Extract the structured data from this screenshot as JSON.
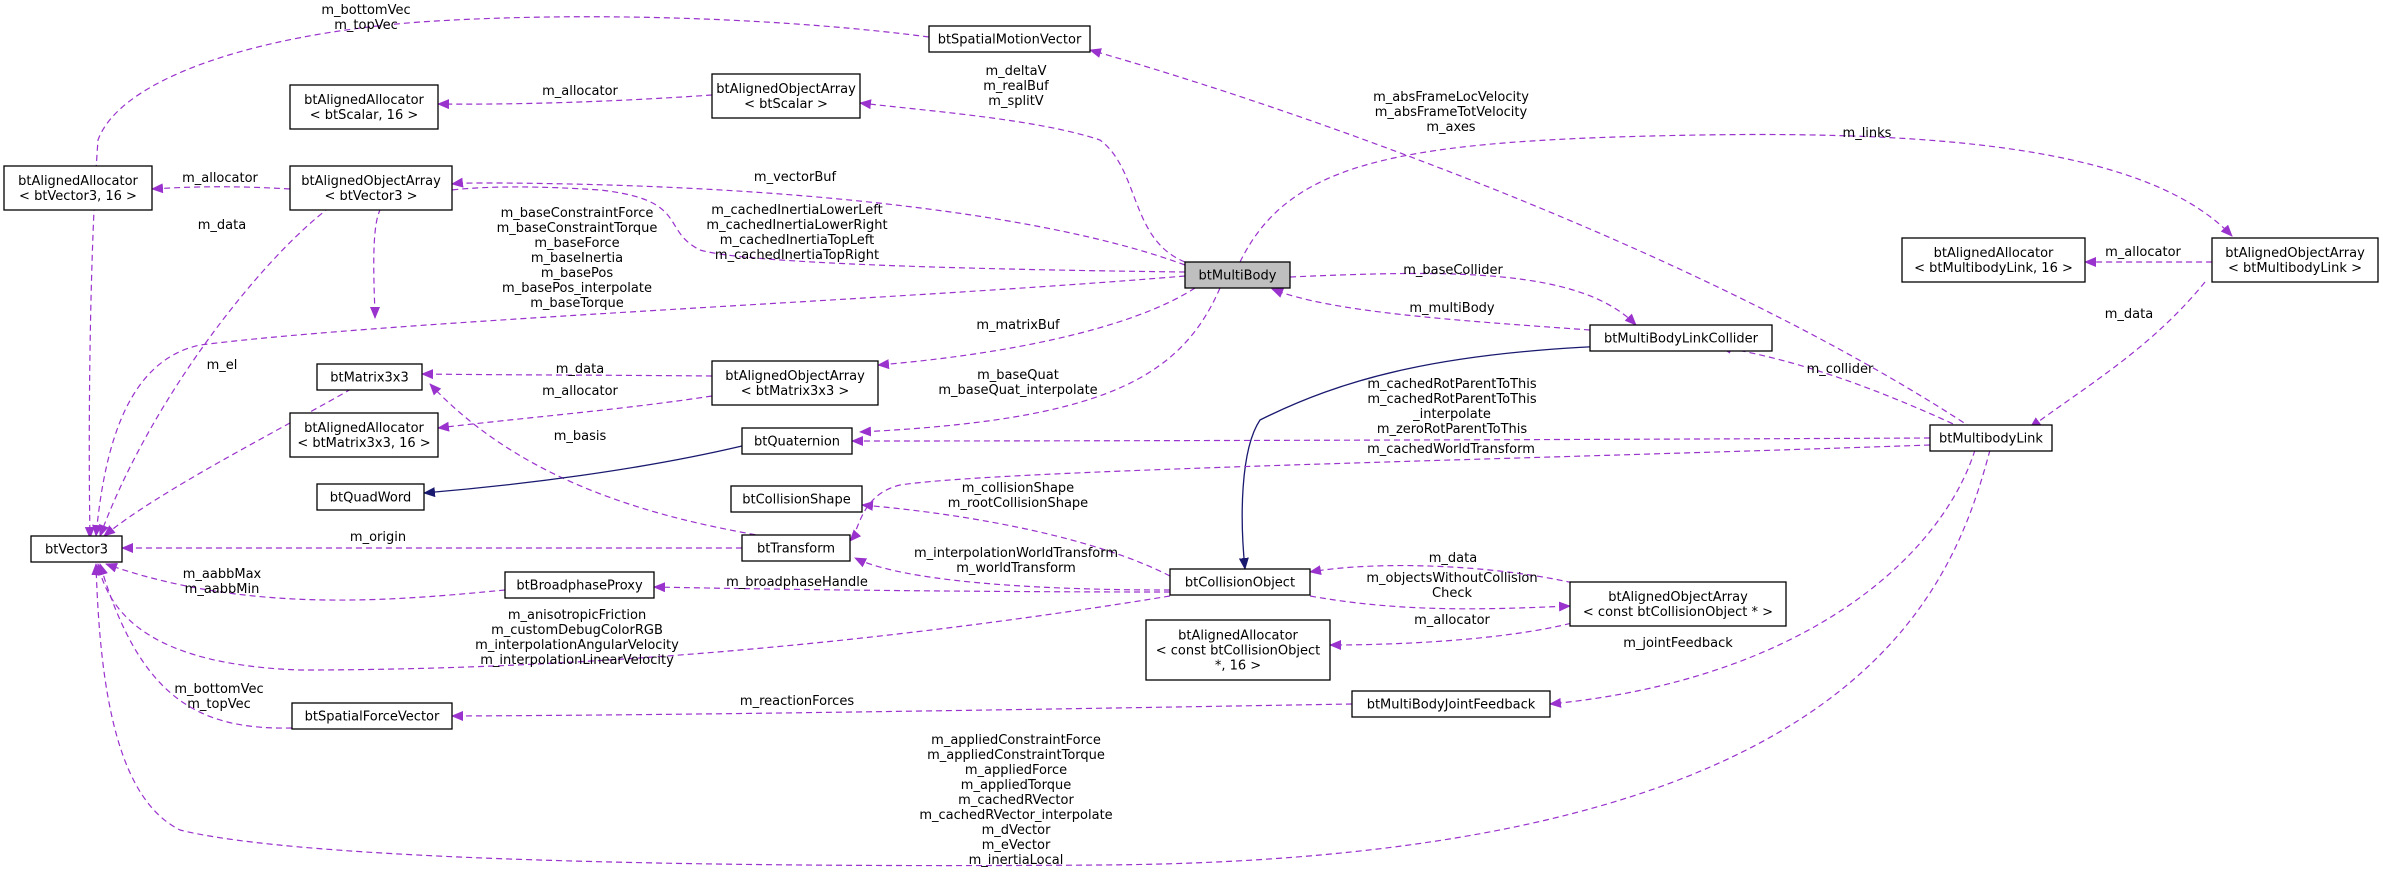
{
  "nodes": {
    "btMultiBody": [
      "btMultiBody"
    ],
    "btSpatialMotionVector": [
      "btSpatialMotionVector"
    ],
    "btAlignedObjectArray_btScalar": [
      "btAlignedObjectArray",
      "< btScalar >"
    ],
    "btAlignedAllocator_btScalar16": [
      "btAlignedAllocator",
      "< btScalar, 16 >"
    ],
    "btAlignedAllocator_btVector3_16": [
      "btAlignedAllocator",
      "< btVector3, 16 >"
    ],
    "btAlignedObjectArray_btVector3": [
      "btAlignedObjectArray",
      "< btVector3 >"
    ],
    "btMatrix3x3": [
      "btMatrix3x3"
    ],
    "btAlignedAllocator_btMatrix3x3_16": [
      "btAlignedAllocator",
      "< btMatrix3x3, 16 >"
    ],
    "btAlignedObjectArray_btMatrix3x3": [
      "btAlignedObjectArray",
      "< btMatrix3x3 >"
    ],
    "btQuaternion": [
      "btQuaternion"
    ],
    "btQuadWord": [
      "btQuadWord"
    ],
    "btCollisionShape": [
      "btCollisionShape"
    ],
    "btTransform": [
      "btTransform"
    ],
    "btVector3": [
      "btVector3"
    ],
    "btBroadphaseProxy": [
      "btBroadphaseProxy"
    ],
    "btSpatialForceVector": [
      "btSpatialForceVector"
    ],
    "btCollisionObject": [
      "btCollisionObject"
    ],
    "btAlignedAllocator_btCollisionObject": [
      "btAlignedAllocator",
      "< const btCollisionObject",
      "*, 16 >"
    ],
    "btAlignedObjectArray_btCollisionObject": [
      "btAlignedObjectArray",
      "< const btCollisionObject * >"
    ],
    "btMultiBodyJointFeedback": [
      "btMultiBodyJointFeedback"
    ],
    "btMultiBodyLinkCollider": [
      "btMultiBodyLinkCollider"
    ],
    "btMultibodyLink": [
      "btMultibodyLink"
    ],
    "btAlignedAllocator_btMultibodyLink_16": [
      "btAlignedAllocator",
      "< btMultibodyLink, 16 >"
    ],
    "btAlignedObjectArray_btMultibodyLink": [
      "btAlignedObjectArray",
      "< btMultibodyLink >"
    ]
  },
  "edges": {
    "spatialmotion_vector3": [
      "m_bottomVec",
      "m_topVec"
    ],
    "alignedarray_scalar_allocator": [
      "m_allocator"
    ],
    "multibody_scalararray": [
      "m_deltaV",
      "m_realBuf",
      "m_splitV"
    ],
    "vector3array_allocator": [
      "m_allocator"
    ],
    "vector3array_data": [
      "m_data"
    ],
    "multibody_vectorbuf": [
      "m_vectorBuf"
    ],
    "multibody_matrix3x3": [
      "m_cachedInertiaLowerLeft",
      "m_cachedInertiaLowerRight",
      "m_cachedInertiaTopLeft",
      "m_cachedInertiaTopRight"
    ],
    "multibody_vector3": [
      "m_baseConstraintForce",
      "m_baseConstraintTorque",
      "m_baseForce",
      "m_baseInertia",
      "m_basePos",
      "m_basePos_interpolate",
      "m_baseTorque"
    ],
    "multibody_links": [
      "m_links"
    ],
    "multibodylink_spatialmotion": [
      "m_absFrameLocVelocity",
      "m_absFrameTotVelocity",
      "m_axes"
    ],
    "multibody_basecollider": [
      "m_baseCollider"
    ],
    "collider_multibody": [
      "m_multiBody"
    ],
    "multibody_matrixbuf": [
      "m_matrixBuf"
    ],
    "matrixarray_data": [
      "m_data"
    ],
    "matrixarray_allocator": [
      "m_allocator"
    ],
    "matrix3x3_el": [
      "m_el"
    ],
    "multibody_quat": [
      "m_baseQuat",
      "m_baseQuat_interpolate"
    ],
    "transform_basis": [
      "m_basis"
    ],
    "multibodylink_quat": [
      "m_cachedRotParentToThis",
      "m_cachedRotParentToThis",
      "_interpolate",
      "m_zeroRotParentToThis"
    ],
    "multibodylink_transform": [
      "m_cachedWorldTransform"
    ],
    "collisionobject_shape": [
      "m_collisionShape",
      "m_rootCollisionShape"
    ],
    "transform_origin": [
      "m_origin"
    ],
    "collisionobject_transform": [
      "m_interpolationWorldTransform",
      "m_worldTransform"
    ],
    "broadphase_vector3": [
      "m_aabbMax",
      "m_aabbMin"
    ],
    "collisionobject_broadphase": [
      "m_broadphaseHandle"
    ],
    "collisionobject_vector3": [
      "m_anisotropicFriction",
      "m_customDebugColorRGB",
      "m_interpolationAngularVelocity",
      "m_interpolationLinearVelocity"
    ],
    "colobjarray_data": [
      "m_data"
    ],
    "collisionobject_colobjarray": [
      "m_objectsWithoutCollision",
      "Check"
    ],
    "colobjarray_allocator": [
      "m_allocator"
    ],
    "multibodylink_jointfeedback": [
      "m_jointFeedback"
    ],
    "spatialforce_vector3": [
      "m_bottomVec",
      "m_topVec"
    ],
    "jointfeedback_spatialforce": [
      "m_reactionForces"
    ],
    "multibodylink_vector3": [
      "m_appliedConstraintForce",
      "m_appliedConstraintTorque",
      "m_appliedForce",
      "m_appliedTorque",
      "m_cachedRVector",
      "m_cachedRVector_interpolate",
      "m_dVector",
      "m_eVector",
      "m_inertiaLocal"
    ],
    "linkarray_allocator": [
      "m_allocator"
    ],
    "linkarray_data": [
      "m_data"
    ],
    "multibodylink_collider": [
      "m_collider"
    ]
  },
  "colors": {
    "usage_edge": "#9a32cd",
    "inheritance_edge": "#191970",
    "root_node_fill": "#bfbfbf"
  }
}
